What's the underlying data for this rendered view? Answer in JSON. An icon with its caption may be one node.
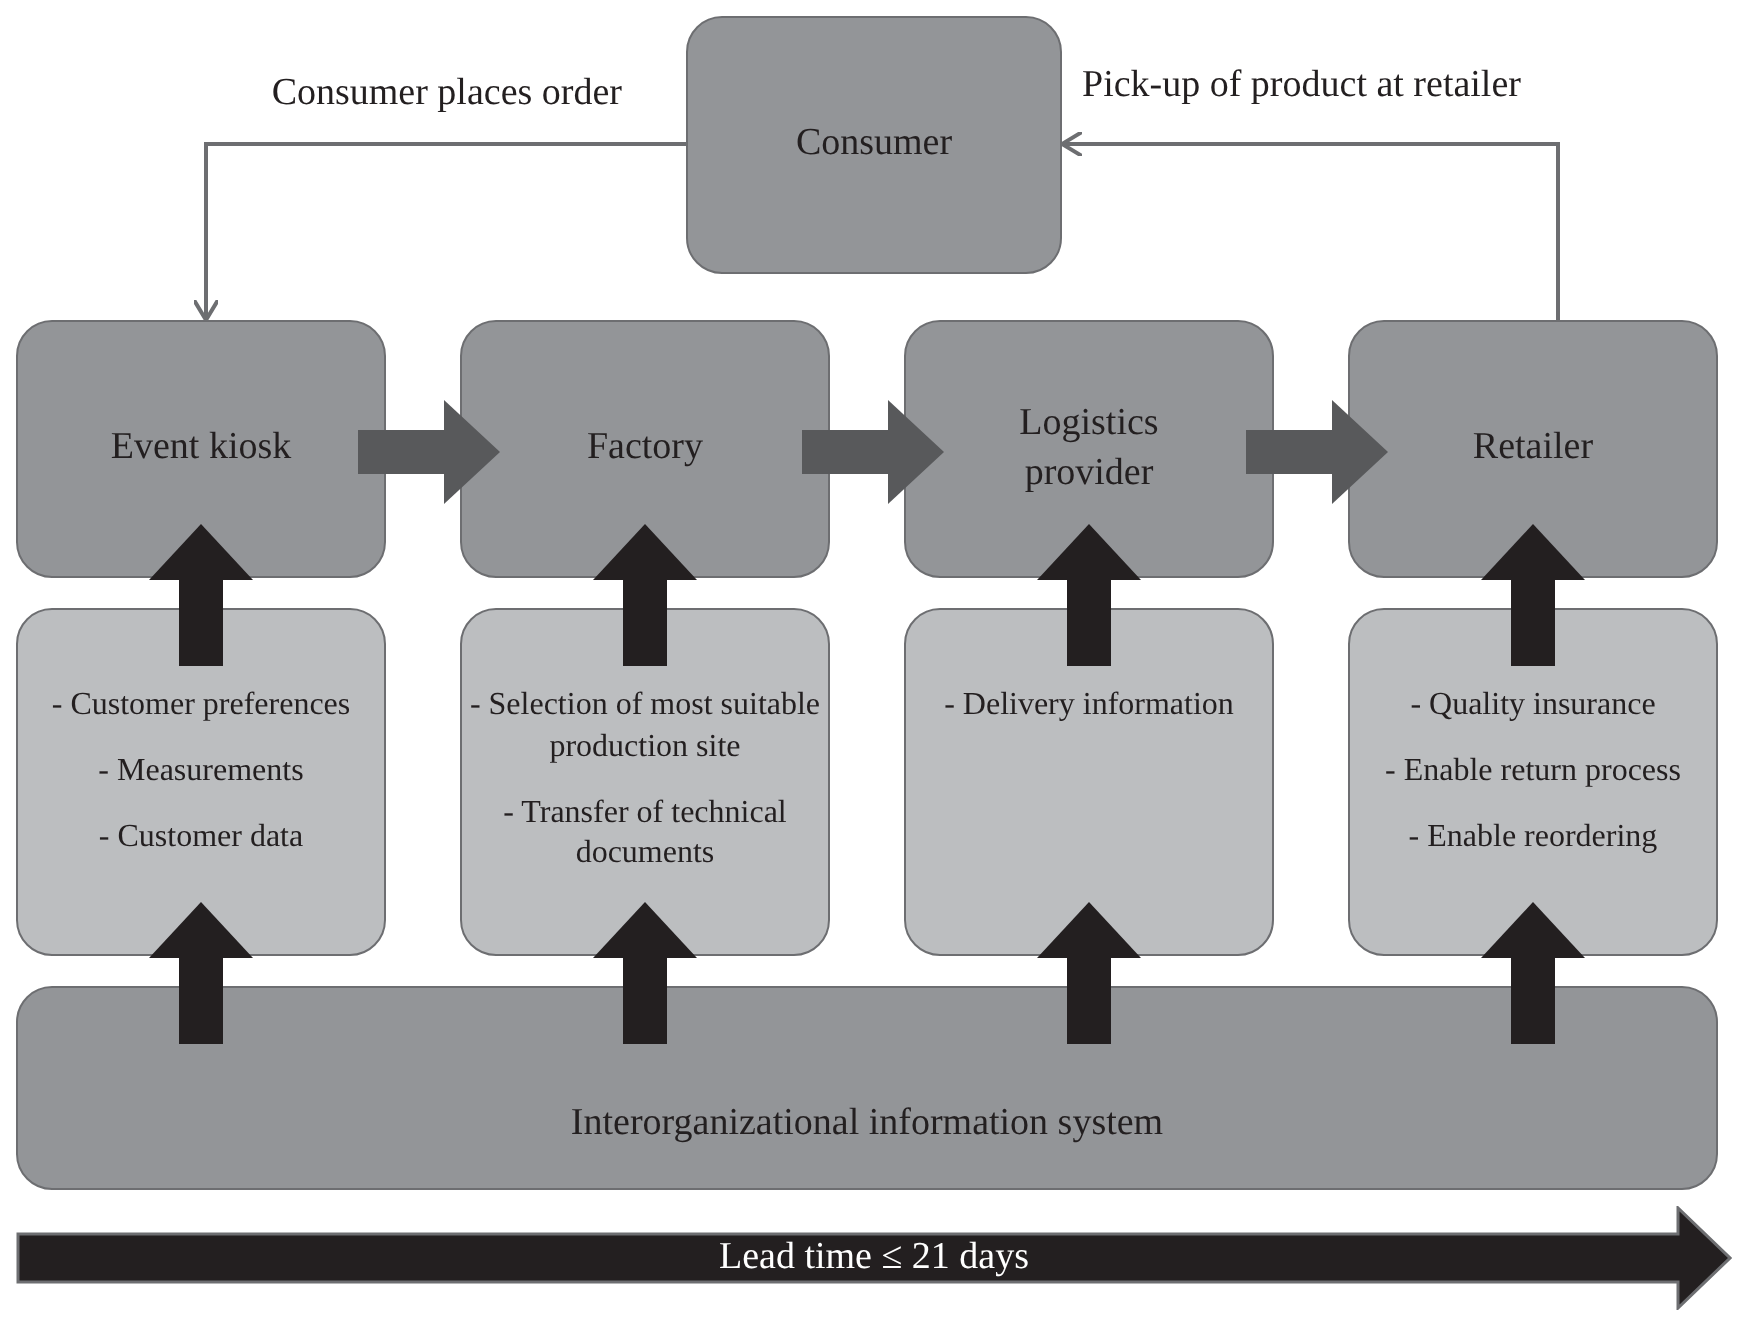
{
  "diagram": {
    "nodes": [
      {
        "text": [
          "Consumer"
        ]
      },
      {
        "text": [
          "Event kiosk"
        ]
      },
      {
        "text": [
          "Factory"
        ]
      },
      {
        "text": [
          "Logistics provider"
        ]
      },
      {
        "text": [
          "Retailer"
        ]
      },
      {
        "text": [
          "- Customer preferences",
          "- Measurements",
          "- Customer data"
        ]
      },
      {
        "text": [
          "- Selection of most suitable production site",
          "- Transfer of technical documents"
        ]
      },
      {
        "text": [
          "- Delivery information"
        ]
      },
      {
        "text": [
          "- Quality insurance",
          "- Enable return process",
          "- Enable reordering"
        ]
      },
      {
        "text": [
          "Interorganizational information system"
        ]
      },
      {
        "text": [
          "Lead time ≤ 21 days"
        ]
      }
    ],
    "edges": [
      {
        "from": 0,
        "to": 1,
        "arrow": "to",
        "label": "Consumer places order",
        "color": "#6d6e71"
      },
      {
        "from": 4,
        "to": 0,
        "arrow": "to",
        "label": "Pick-up of product at retailer",
        "color": "#6d6e71"
      },
      {
        "from": 1,
        "to": 2,
        "arrow": "to",
        "color": "#58595b"
      },
      {
        "from": 2,
        "to": 3,
        "arrow": "to",
        "color": "#58595b"
      },
      {
        "from": 3,
        "to": 4,
        "arrow": "to",
        "color": "#58595b"
      },
      {
        "from": 5,
        "to": 1,
        "arrow": "to"
      },
      {
        "from": 6,
        "to": 2,
        "arrow": "to"
      },
      {
        "from": 7,
        "to": 3,
        "arrow": "to"
      },
      {
        "from": 8,
        "to": 4,
        "arrow": "to"
      },
      {
        "from": 9,
        "to": 5,
        "arrow": "to"
      },
      {
        "from": 9,
        "to": 6,
        "arrow": "to"
      },
      {
        "from": 9,
        "to": 7,
        "arrow": "to"
      },
      {
        "from": 9,
        "to": 8,
        "arrow": "to"
      }
    ]
  }
}
